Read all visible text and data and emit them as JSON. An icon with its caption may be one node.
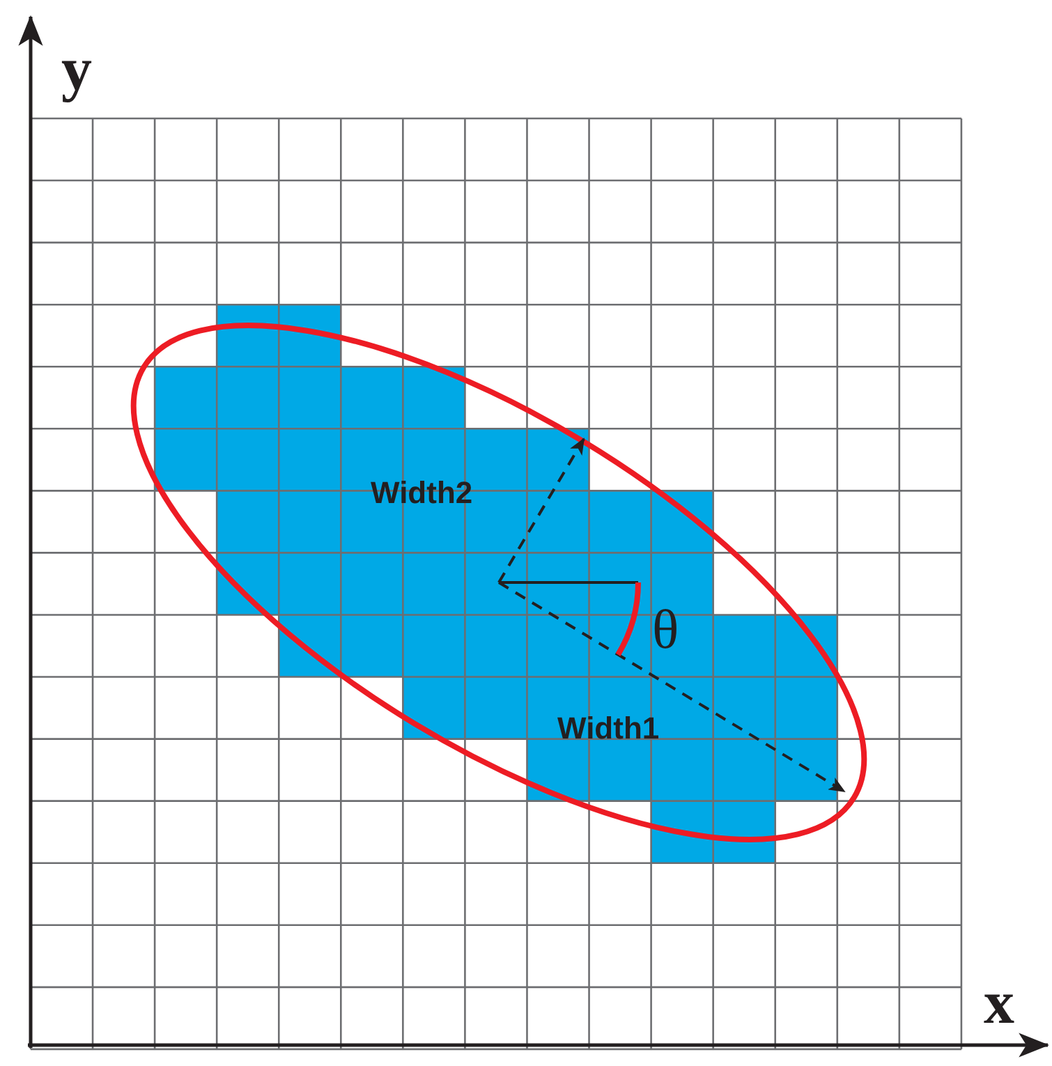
{
  "diagram": {
    "labels": [
      "y",
      "Width2",
      "θ",
      "Width1",
      "x"
    ]
  }
}
